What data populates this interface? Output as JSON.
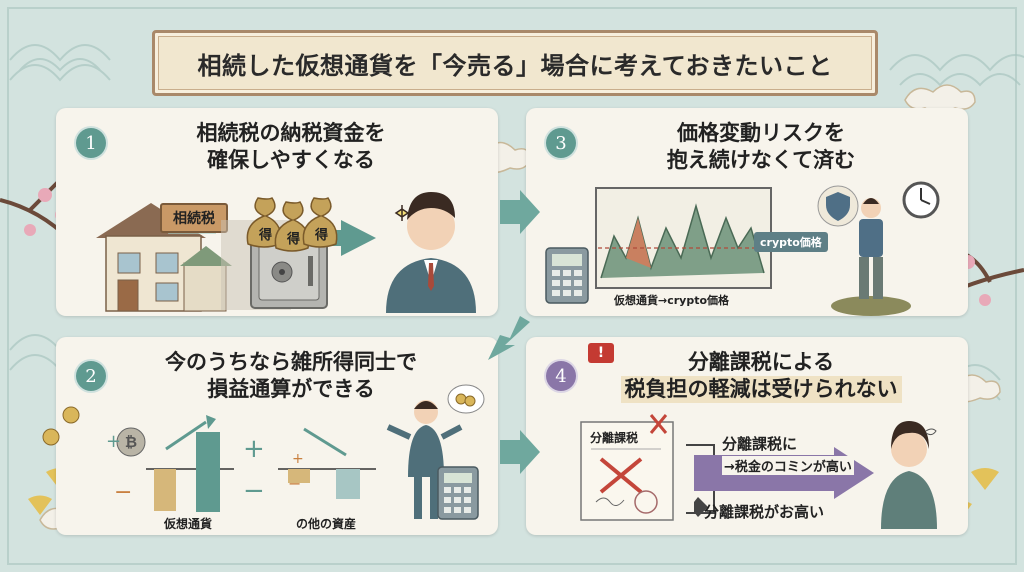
{
  "title": "相続した仮想通貨を「今売る」場合に考えておきたいこと",
  "panels": [
    {
      "number": "1",
      "heading_line1": "相続税の納税資金を",
      "heading_line2": "確保しやすくなる",
      "house_sign": "相続税",
      "bag_label_1": "得",
      "bag_label_2": "得",
      "bag_label_3": "得"
    },
    {
      "number": "2",
      "heading_line1": "今のうちなら雑所得同士で",
      "heading_line2": "損益通算ができる",
      "bar_label_left": "仮想通貨",
      "bar_label_right": "の他の資産"
    },
    {
      "number": "3",
      "heading_line1": "価格変動リスクを",
      "heading_line2": "抱え続けなくて済む",
      "chart_bubble": "crypto価格",
      "chart_caption": "仮想通貨→crypto価格"
    },
    {
      "number": "4",
      "heading_line1": "分離課税による",
      "heading_line2": "税負担の軽減は受けられない",
      "doc_title": "分離課税",
      "callout_line1": "分離課税に",
      "callout_line2": "→税金のコミンが高い",
      "callout_line3": "分離課税がお高い",
      "alert": "!"
    }
  ],
  "colors": {
    "teal": "#5f9a90",
    "purple": "#8a76a8",
    "arrow": "#6fa89e",
    "panel": "#f7f4ec"
  },
  "icons": [
    "house-icon",
    "money-bag-icon",
    "safe-icon",
    "businessman-icon",
    "bitcoin-icon",
    "coin-icon",
    "calculator-icon",
    "shield-icon",
    "clock-icon",
    "document-icon",
    "woman-icon",
    "sakura-branch-icon",
    "cloud-icon",
    "ginkgo-leaf-icon"
  ]
}
